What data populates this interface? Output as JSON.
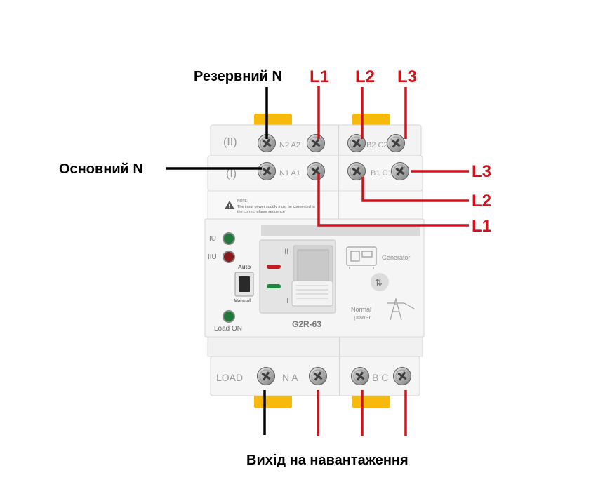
{
  "labels": {
    "reserve_n": "Резервний N",
    "main_n": "Основний N",
    "load_output": "Вихід на навантаження",
    "top_l1": "L1",
    "top_l2": "L2",
    "top_l3": "L3",
    "right_l3": "L3",
    "right_l2": "L2",
    "right_l1": "L1"
  },
  "device": {
    "model": "G2R-63",
    "row_ii_marker": "(II)",
    "row_i_marker": "(I)",
    "row_ii_left_terminals": "N2 A2",
    "row_ii_right_terminals": "B2 C2",
    "row_i_left_terminals": "N1 A1",
    "row_i_right_terminals": "B1 C1",
    "note_title": "NOTE:",
    "note_line1": "The input power supply must be connected in",
    "note_line2": "the correct phase sequence",
    "iu_label": "IU",
    "iiu_label": "IIU",
    "auto_label": "Auto",
    "manual_label": "Manual",
    "load_on_label": "Load ON",
    "handle_top_mark": "II",
    "handle_bottom_mark": "I",
    "generator_label": "Generator",
    "normal_label": "Normal",
    "power_label": "power",
    "load_label": "LOAD",
    "bottom_left_terminals": "N A",
    "bottom_right_terminals": "B C"
  },
  "colors": {
    "phase_wire": "#d0121b",
    "neutral_wire": "#000000",
    "clip": "#f6b90c",
    "housing": "#f2f2f2",
    "housing_edge": "#d9d9d9",
    "label_text": "#8c8c8c",
    "led_green": "#1f7a3a",
    "led_red": "#8b1a1a"
  }
}
